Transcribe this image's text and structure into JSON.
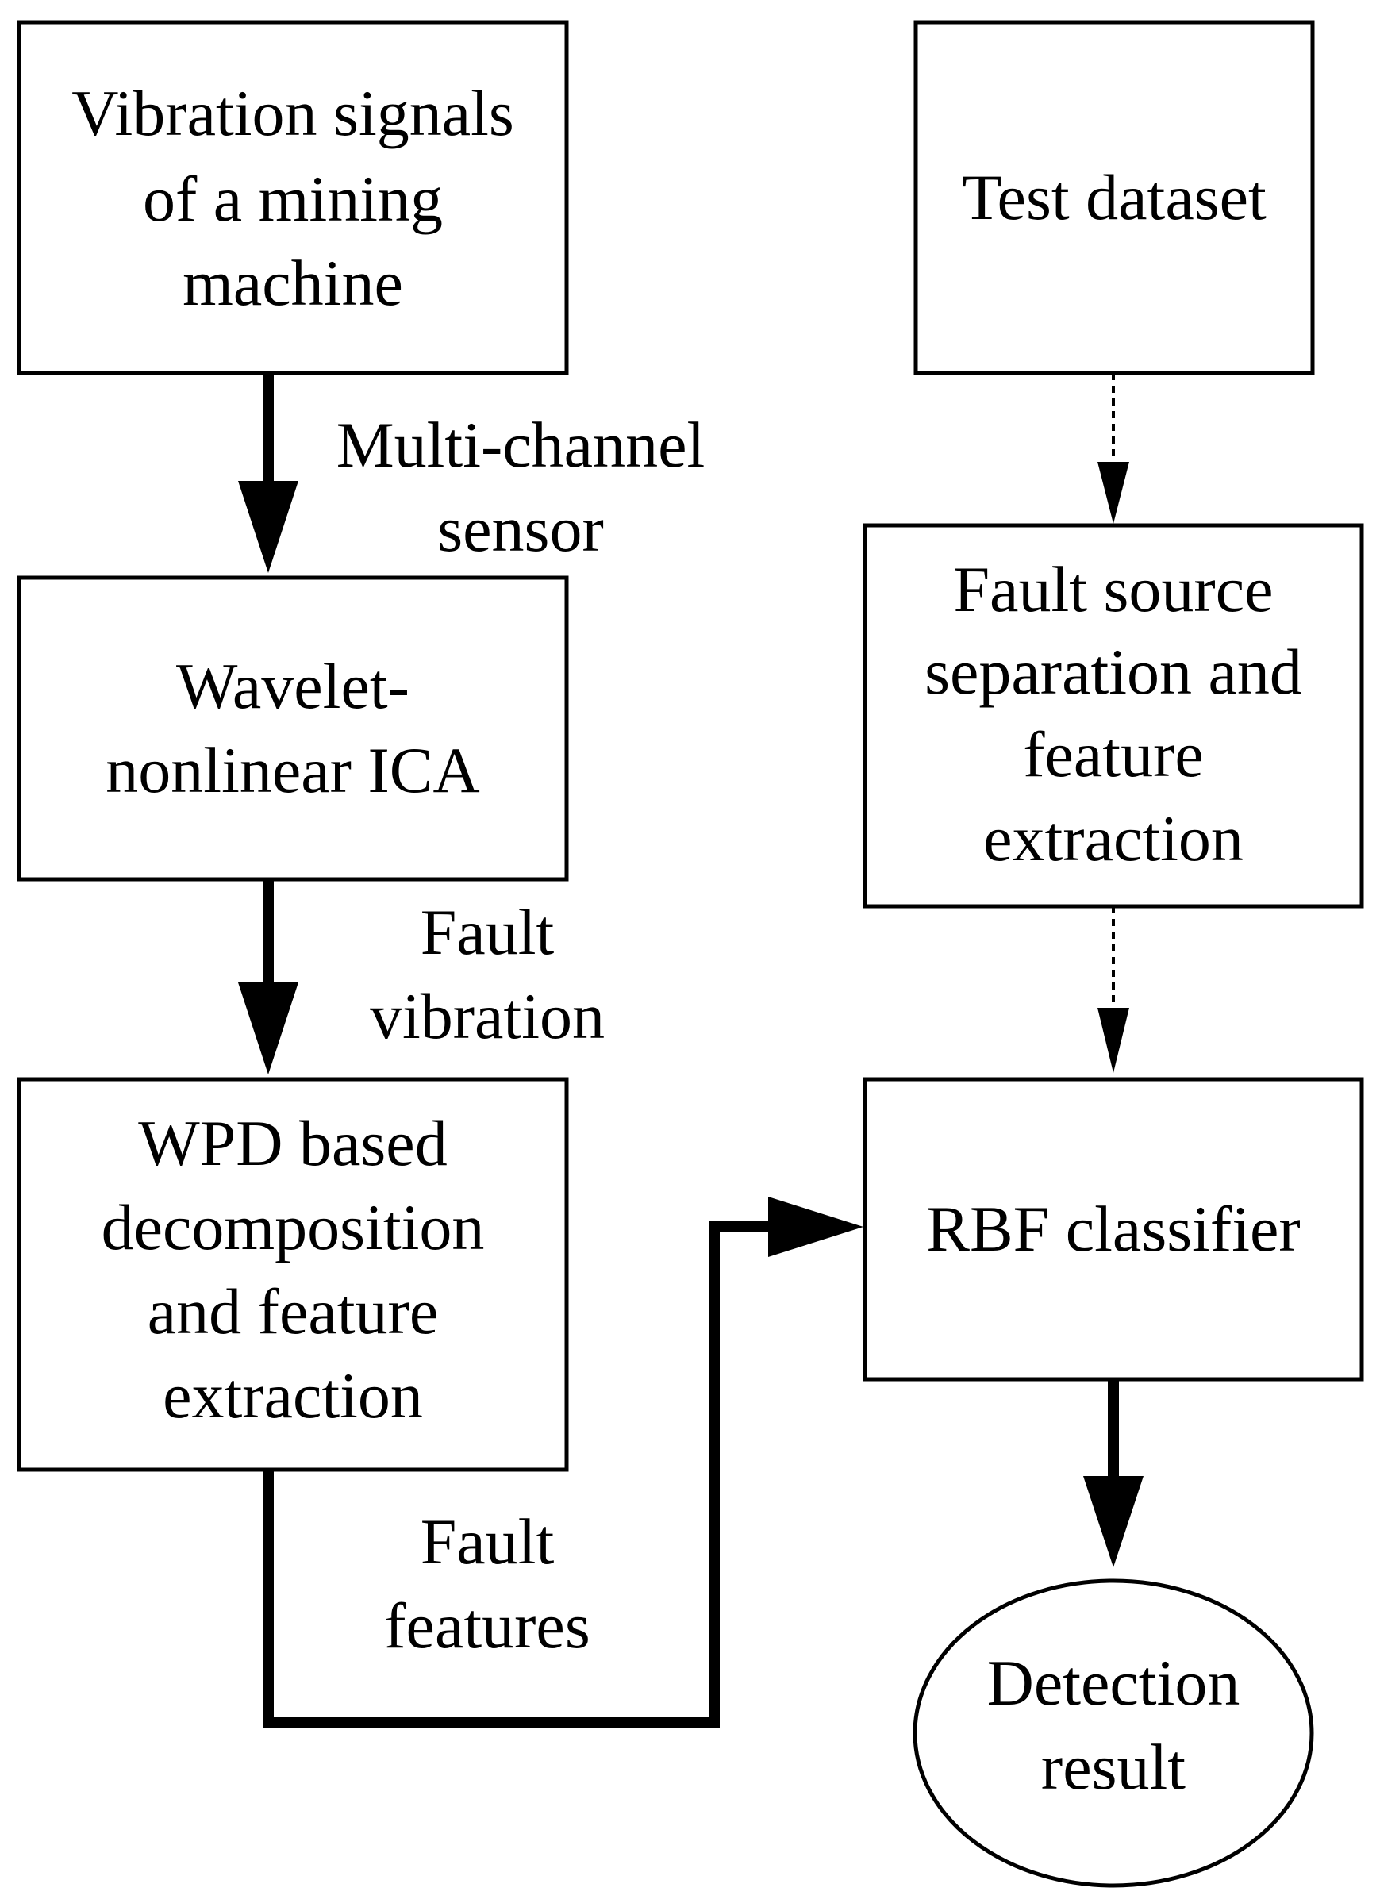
{
  "colors": {
    "stroke": "#000000",
    "background": "#ffffff"
  },
  "nodes": {
    "vibration_signals": [
      "Vibration signals",
      "of a mining",
      "machine"
    ],
    "wavelet_ica": [
      "Wavelet-",
      "nonlinear ICA"
    ],
    "wpd": [
      "WPD based",
      "decomposition",
      "and feature",
      "extraction"
    ],
    "test_dataset": [
      "Test dataset"
    ],
    "fault_source": [
      "Fault source",
      "separation and",
      "feature",
      "extraction"
    ],
    "rbf_classifier": [
      "RBF classifier"
    ],
    "detection_result": [
      "Detection",
      "result"
    ]
  },
  "edge_labels": {
    "multi_channel": [
      "Multi-channel",
      "sensor"
    ],
    "fault_vibration": [
      "Fault",
      "vibration"
    ],
    "fault_features": [
      "Fault",
      "features"
    ]
  }
}
